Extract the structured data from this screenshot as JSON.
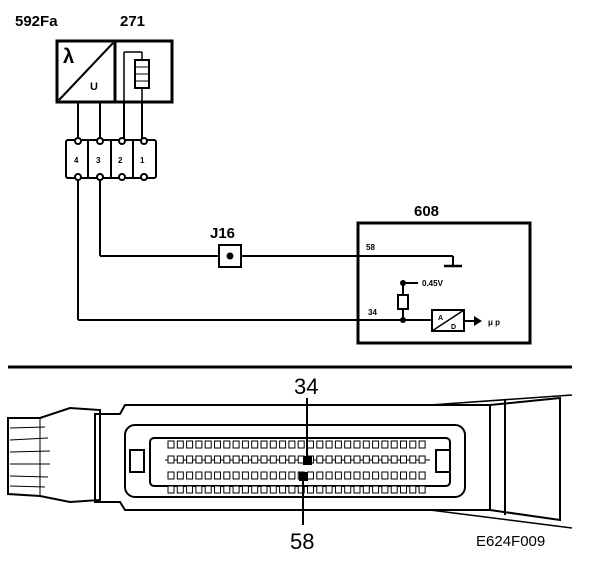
{
  "components": {
    "sensor": {
      "id": "592Fa",
      "symbol": "λ",
      "sub": "U"
    },
    "heater": {
      "id": "271"
    },
    "ecu": {
      "id": "608",
      "voltage": "0.45V",
      "output": "μ p",
      "ad_top": "A",
      "ad_bottom": "D"
    },
    "junction": {
      "id": "J16"
    }
  },
  "connector_pins": [
    "4",
    "3",
    "2",
    "1"
  ],
  "ecu_pins": {
    "ground": "58",
    "signal": "34"
  },
  "bottom_connector": {
    "pin_top": "34",
    "pin_bottom": "58"
  },
  "figure_id": "E624F009",
  "colors": {
    "line": "#000000",
    "background": "#ffffff"
  }
}
